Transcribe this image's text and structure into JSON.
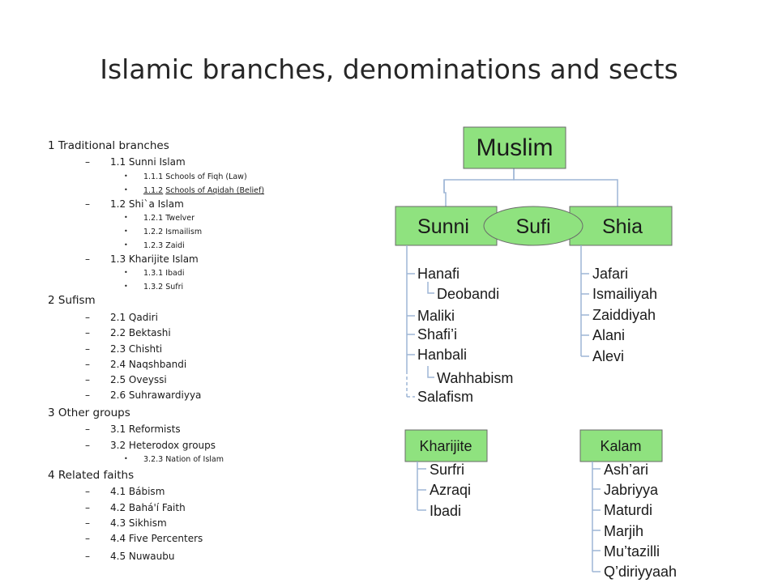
{
  "title": "Islamic branches, denominations and sects",
  "outline": {
    "s1": {
      "label": "1 Traditional branches",
      "sunni": "1.1 Sunni Islam",
      "fiqh": "1.1.1 Schools of Fiqh (Law)",
      "aqidah_num": "1.1.2",
      "aqidah": "Schools of Aqidah (Belief)",
      "shia": "1.2 Shi`a Islam",
      "twelver": "1.2.1 Twelver",
      "ismailism": "1.2.2 Ismailism",
      "zaidi": "1.2.3 Zaidi",
      "kharijite": "1.3 Kharijite Islam",
      "ibadi": "1.3.1 Ibadi",
      "sufri": "1.3.2 Sufri"
    },
    "s2": {
      "label": "2 Sufism",
      "items": [
        "2.1 Qadiri",
        "2.2 Bektashi",
        "2.3 Chishti",
        "2.4 Naqshbandi",
        "2.5 Oveyssi",
        "2.6 Suhrawardiyya"
      ]
    },
    "s3": {
      "label": "3 Other groups",
      "reformists": "3.1 Reformists",
      "heterodox": "3.2 Heterodox groups",
      "noi": "3.2.3 Nation of Islam"
    },
    "s4": {
      "label": "4 Related faiths",
      "items": [
        "4.1 Bábism",
        "4.2 Bahá'í Faith",
        "4.3 Sikhism",
        "4.4 Five Percenters",
        "4.5 Nuwaubu"
      ]
    }
  },
  "tree": {
    "root": "Muslim",
    "sunni": "Sunni",
    "sufi": "Sufi",
    "shia": "Shia",
    "sunni_items": [
      "Hanafi",
      "Deobandi",
      "Maliki",
      "Shafi’i",
      "Hanbali",
      "Wahhabism",
      "Salafism"
    ],
    "shia_items": [
      "Jafari",
      "Ismailiyah",
      "Zaiddiyah",
      "Alani",
      "Alevi"
    ],
    "kharijite": "Kharijite",
    "kharijite_items": [
      "Surfri",
      "Azraqi",
      "Ibadi"
    ],
    "kalam": "Kalam",
    "kalam_items": [
      "Ash’ari",
      "Jabriyya",
      "Maturdi",
      "Marjih",
      "Mu’tazilli",
      "Q’diriyyaah"
    ]
  },
  "colors": {
    "box_fill": "#8fe27f",
    "box_stroke": "#6a6a6a",
    "connector": "#9eb6d6"
  }
}
